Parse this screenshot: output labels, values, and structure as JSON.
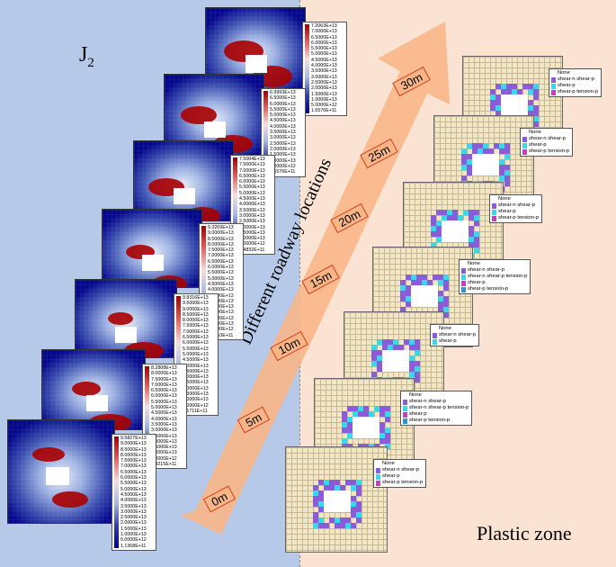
{
  "labels": {
    "j2_main": "J",
    "j2_sub": "2",
    "plastic_zone": "Plastic zone",
    "axis_title": "Different roadway locations"
  },
  "distances": [
    "0m",
    "5m",
    "10m",
    "15m",
    "20m",
    "25m",
    "30m"
  ],
  "colors": {
    "left_bg": "#b7c9e8",
    "right_bg": "#fbe3d3",
    "arrow": "#f8b687",
    "plastic_purple": "#8a5cd8",
    "plastic_cyan": "#38d8e8",
    "stress_red": "#9e0000",
    "stress_blue": "#00008c"
  },
  "j2_legends": [
    [
      "7.2063E+13",
      "7.0000E+13",
      "6.5000E+13",
      "6.0000E+13",
      "5.5000E+13",
      "5.0000E+13",
      "4.5000E+13",
      "4.0000E+13",
      "3.5000E+13",
      "3.0000E+13",
      "2.5000E+13",
      "2.0000E+13",
      "1.5000E+13",
      "1.0000E+13",
      "5.0000E+12",
      "1.6576E+11"
    ],
    [
      "6.9993E+13",
      "6.5000E+13",
      "6.0000E+13",
      "5.5000E+13",
      "5.0000E+13",
      "4.5000E+13",
      "4.0000E+13",
      "3.5000E+13",
      "3.0000E+13",
      "2.5000E+13",
      "2.0000E+13",
      "1.5000E+13",
      "1.0000E+13",
      "5.0000E+12",
      "9.6576E+11"
    ],
    [
      "7.5004E+13",
      "7.5000E+13",
      "7.0000E+13",
      "6.5000E+13",
      "6.0000E+13",
      "5.5000E+13",
      "5.0000E+13",
      "4.5000E+13",
      "4.0000E+13",
      "3.5000E+13",
      "3.0000E+13",
      "2.5000E+13",
      "2.0000E+13",
      "1.5000E+13",
      "1.0000E+13",
      "5.0000E+12",
      "7.4832E+11"
    ],
    [
      "9.3269E+13",
      "9.0000E+13",
      "8.5000E+13",
      "8.0000E+13",
      "7.5000E+13",
      "7.0000E+13",
      "6.5000E+13",
      "6.0000E+13",
      "5.5000E+13",
      "5.0000E+13",
      "4.5000E+13",
      "4.0000E+13",
      "3.5000E+13",
      "3.0000E+13",
      "2.5000E+13",
      "2.0000E+13",
      "1.5000E+13",
      "1.0000E+13",
      "5.0000E+12",
      "5.0153E+11"
    ],
    [
      "9.8316E+13",
      "9.5000E+13",
      "9.0000E+13",
      "8.5000E+13",
      "8.0000E+13",
      "7.5000E+13",
      "7.0000E+13",
      "6.5000E+13",
      "6.0000E+13",
      "5.5000E+13",
      "5.0000E+13",
      "4.5000E+13",
      "4.0000E+13",
      "3.5000E+13",
      "3.0000E+13",
      "2.5000E+13",
      "2.0000E+13",
      "1.5000E+13",
      "1.0000E+13",
      "5.0000E+12",
      "1.1711E+11"
    ],
    [
      "8.2808E+13",
      "8.0000E+13",
      "7.5000E+13",
      "7.0000E+13",
      "6.5000E+13",
      "6.0000E+13",
      "5.5000E+13",
      "5.0000E+13",
      "4.5000E+13",
      "4.0000E+13",
      "3.5000E+13",
      "3.0000E+13",
      "2.5000E+13",
      "2.0000E+13",
      "1.5000E+13",
      "1.0000E+13",
      "5.0000E+12",
      "2.4215E+11"
    ],
    [
      "9.5827E+13",
      "9.0000E+13",
      "8.5000E+13",
      "8.0000E+13",
      "7.5000E+13",
      "7.0000E+13",
      "6.5000E+13",
      "6.0000E+13",
      "5.5000E+13",
      "5.0000E+13",
      "4.5000E+13",
      "4.0000E+13",
      "3.5000E+13",
      "3.0000E+13",
      "2.5000E+13",
      "2.0000E+13",
      "1.5000E+13",
      "1.0000E+13",
      "5.0000E+12",
      "1.1368E+11"
    ]
  ],
  "pz_legends": [
    [
      "None",
      "shear-n shear-p",
      "shear-p",
      "shear-p tension-p"
    ],
    [
      "None",
      "shear-n shear-p",
      "shear-p",
      "shear-p tension-p"
    ],
    [
      "None",
      "shear-n shear-p",
      "shear-p",
      "shear-p tension-p"
    ],
    [
      "None",
      "shear-n shear-p",
      "shear-n shear-p tension-p",
      "shear-p",
      "shear-p tension-p"
    ],
    [
      "None",
      "shear-n shear-p",
      "shear-p"
    ],
    [
      "None",
      "shear-n shear-p",
      "shear-n shear-p tension-p",
      "shear-p",
      "shear-p tension-p"
    ],
    [
      "None",
      "shear-n shear-p",
      "shear-p",
      "shear-p tension-p"
    ]
  ]
}
